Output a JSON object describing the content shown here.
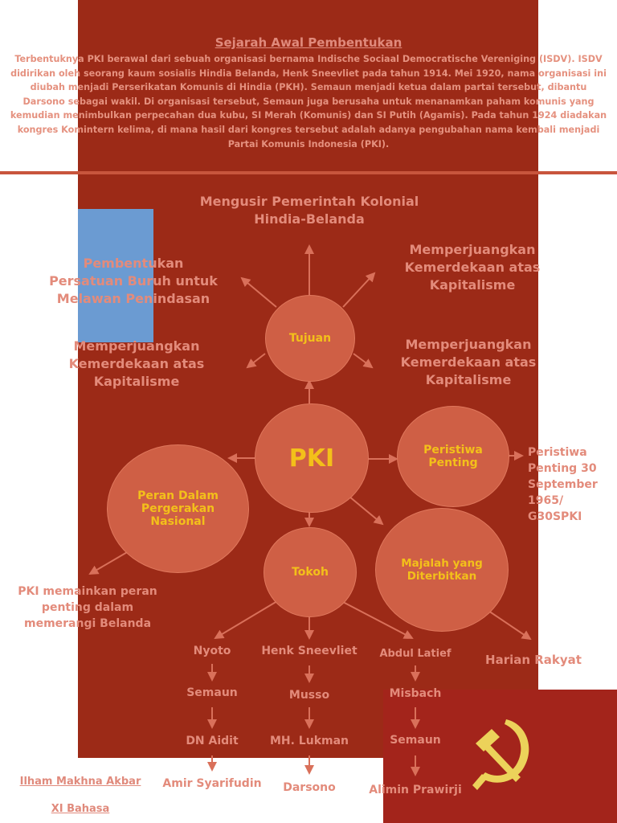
{
  "intro": {
    "title": "Sejarah Awal Pembentukan",
    "text": "Terbentuknya PKI berawal dari sebuah organisasi bernama Indische Sociaal Democratische Vereniging (ISDV). ISDV didirikan oleh seorang kaum sosialis Hindia Belanda, Henk Sneevliet pada tahun 1914. Mei 1920, nama organisasi ini diubah menjadi Perserikatan Komunis di Hindia (PKH). Semaun menjadi ketua dalam partai tersebut, dibantu Darsono sebagai wakil. Di organisasi tersebut, Semaun juga berusaha untuk menanamkan paham komunis yang kemudian menimbulkan perpecahan dua kubu, SI Merah (Komunis) dan SI Putih (Agamis). Pada tahun 1924 diadakan kongres Komintern kelima, di mana hasil dari kongres tersebut adalah adanya pengubahan nama kembali menjadi Partai Komunis Indonesia (PKI)."
  },
  "nodes": {
    "center": "PKI",
    "tujuan": "Tujuan",
    "peristiwa": "Peristiwa Penting",
    "peran": "Peran Dalam Pergerakan Nasional",
    "tokoh": "Tokoh",
    "majalah": "Majalah  yang Diterbitkan"
  },
  "tujuan_items": {
    "top": "Mengusir Pemerintah Kolonial Hindia-Belanda",
    "upper_left": "Pembentukan Persatuan Buruh untuk Melawan Penindasan",
    "upper_right": "Memperjuangkan Kemerdekaan atas Kapitalisme",
    "lower_left": "Memperjuangkan Kemerdekaan atas Kapitalisme",
    "lower_right": "Memperjuangkan Kemerdekaan atas Kapitalisme"
  },
  "peristiwa_item": "Peristiwa Penting 30 September 1965/ G30SPKI",
  "peran_item": "PKI memainkan peran penting dalam memerangi Belanda",
  "majalah_item": "Harian Rakyat",
  "tokoh_columns": [
    [
      "Nyoto",
      "Semaun",
      "DN Aidit",
      "Amir Syarifudin"
    ],
    [
      "Henk Sneevliet",
      "Musso",
      "MH. Lukman",
      "Darsono"
    ],
    [
      "Abdul Latief",
      "Misbach",
      "Semaun",
      "Alimin Prawirji"
    ]
  ],
  "credits": {
    "author": "Ilham Makhna Akbar",
    "class": "XI Bahasa"
  },
  "colors": {
    "panel": "#9c2a17",
    "node_fill": "#cf5f45",
    "node_text": "#f3c01a",
    "label_text": "#e38b7b",
    "divider": "#c8553d",
    "blue_block": "#6b9bd2",
    "emblem": "#ecd25a"
  },
  "icons": {
    "emblem": "hammer-and-sickle-icon"
  }
}
